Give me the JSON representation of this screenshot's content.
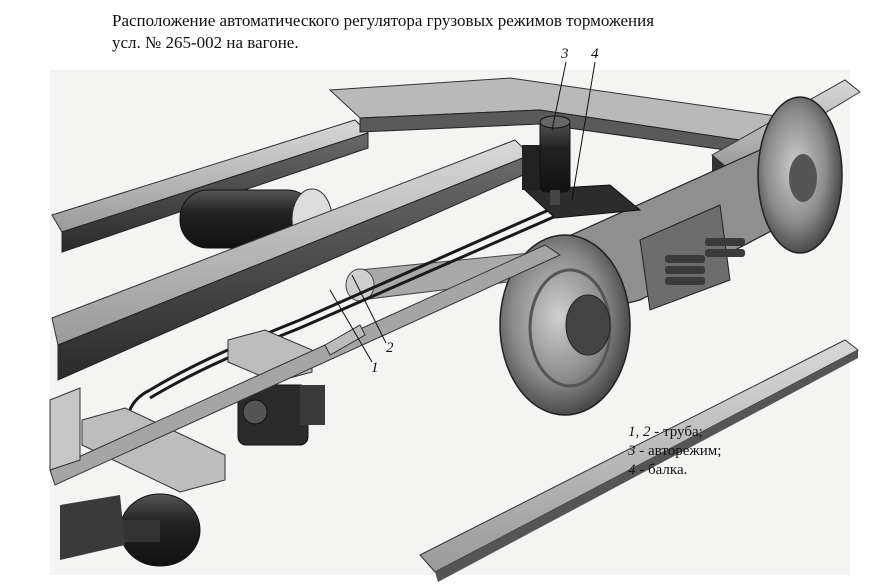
{
  "title": {
    "line1": "Расположение автоматического регулятора грузовых режимов торможения",
    "line2": "усл. № 265-002 на вагоне."
  },
  "callouts": {
    "c1": "1",
    "c2": "2",
    "c3": "3",
    "c4": "4"
  },
  "legend": [
    {
      "num": "1, 2",
      "text": " - труба;"
    },
    {
      "num": "3",
      "text": " - авторежим;"
    },
    {
      "num": "4",
      "text": " - балка."
    }
  ]
}
